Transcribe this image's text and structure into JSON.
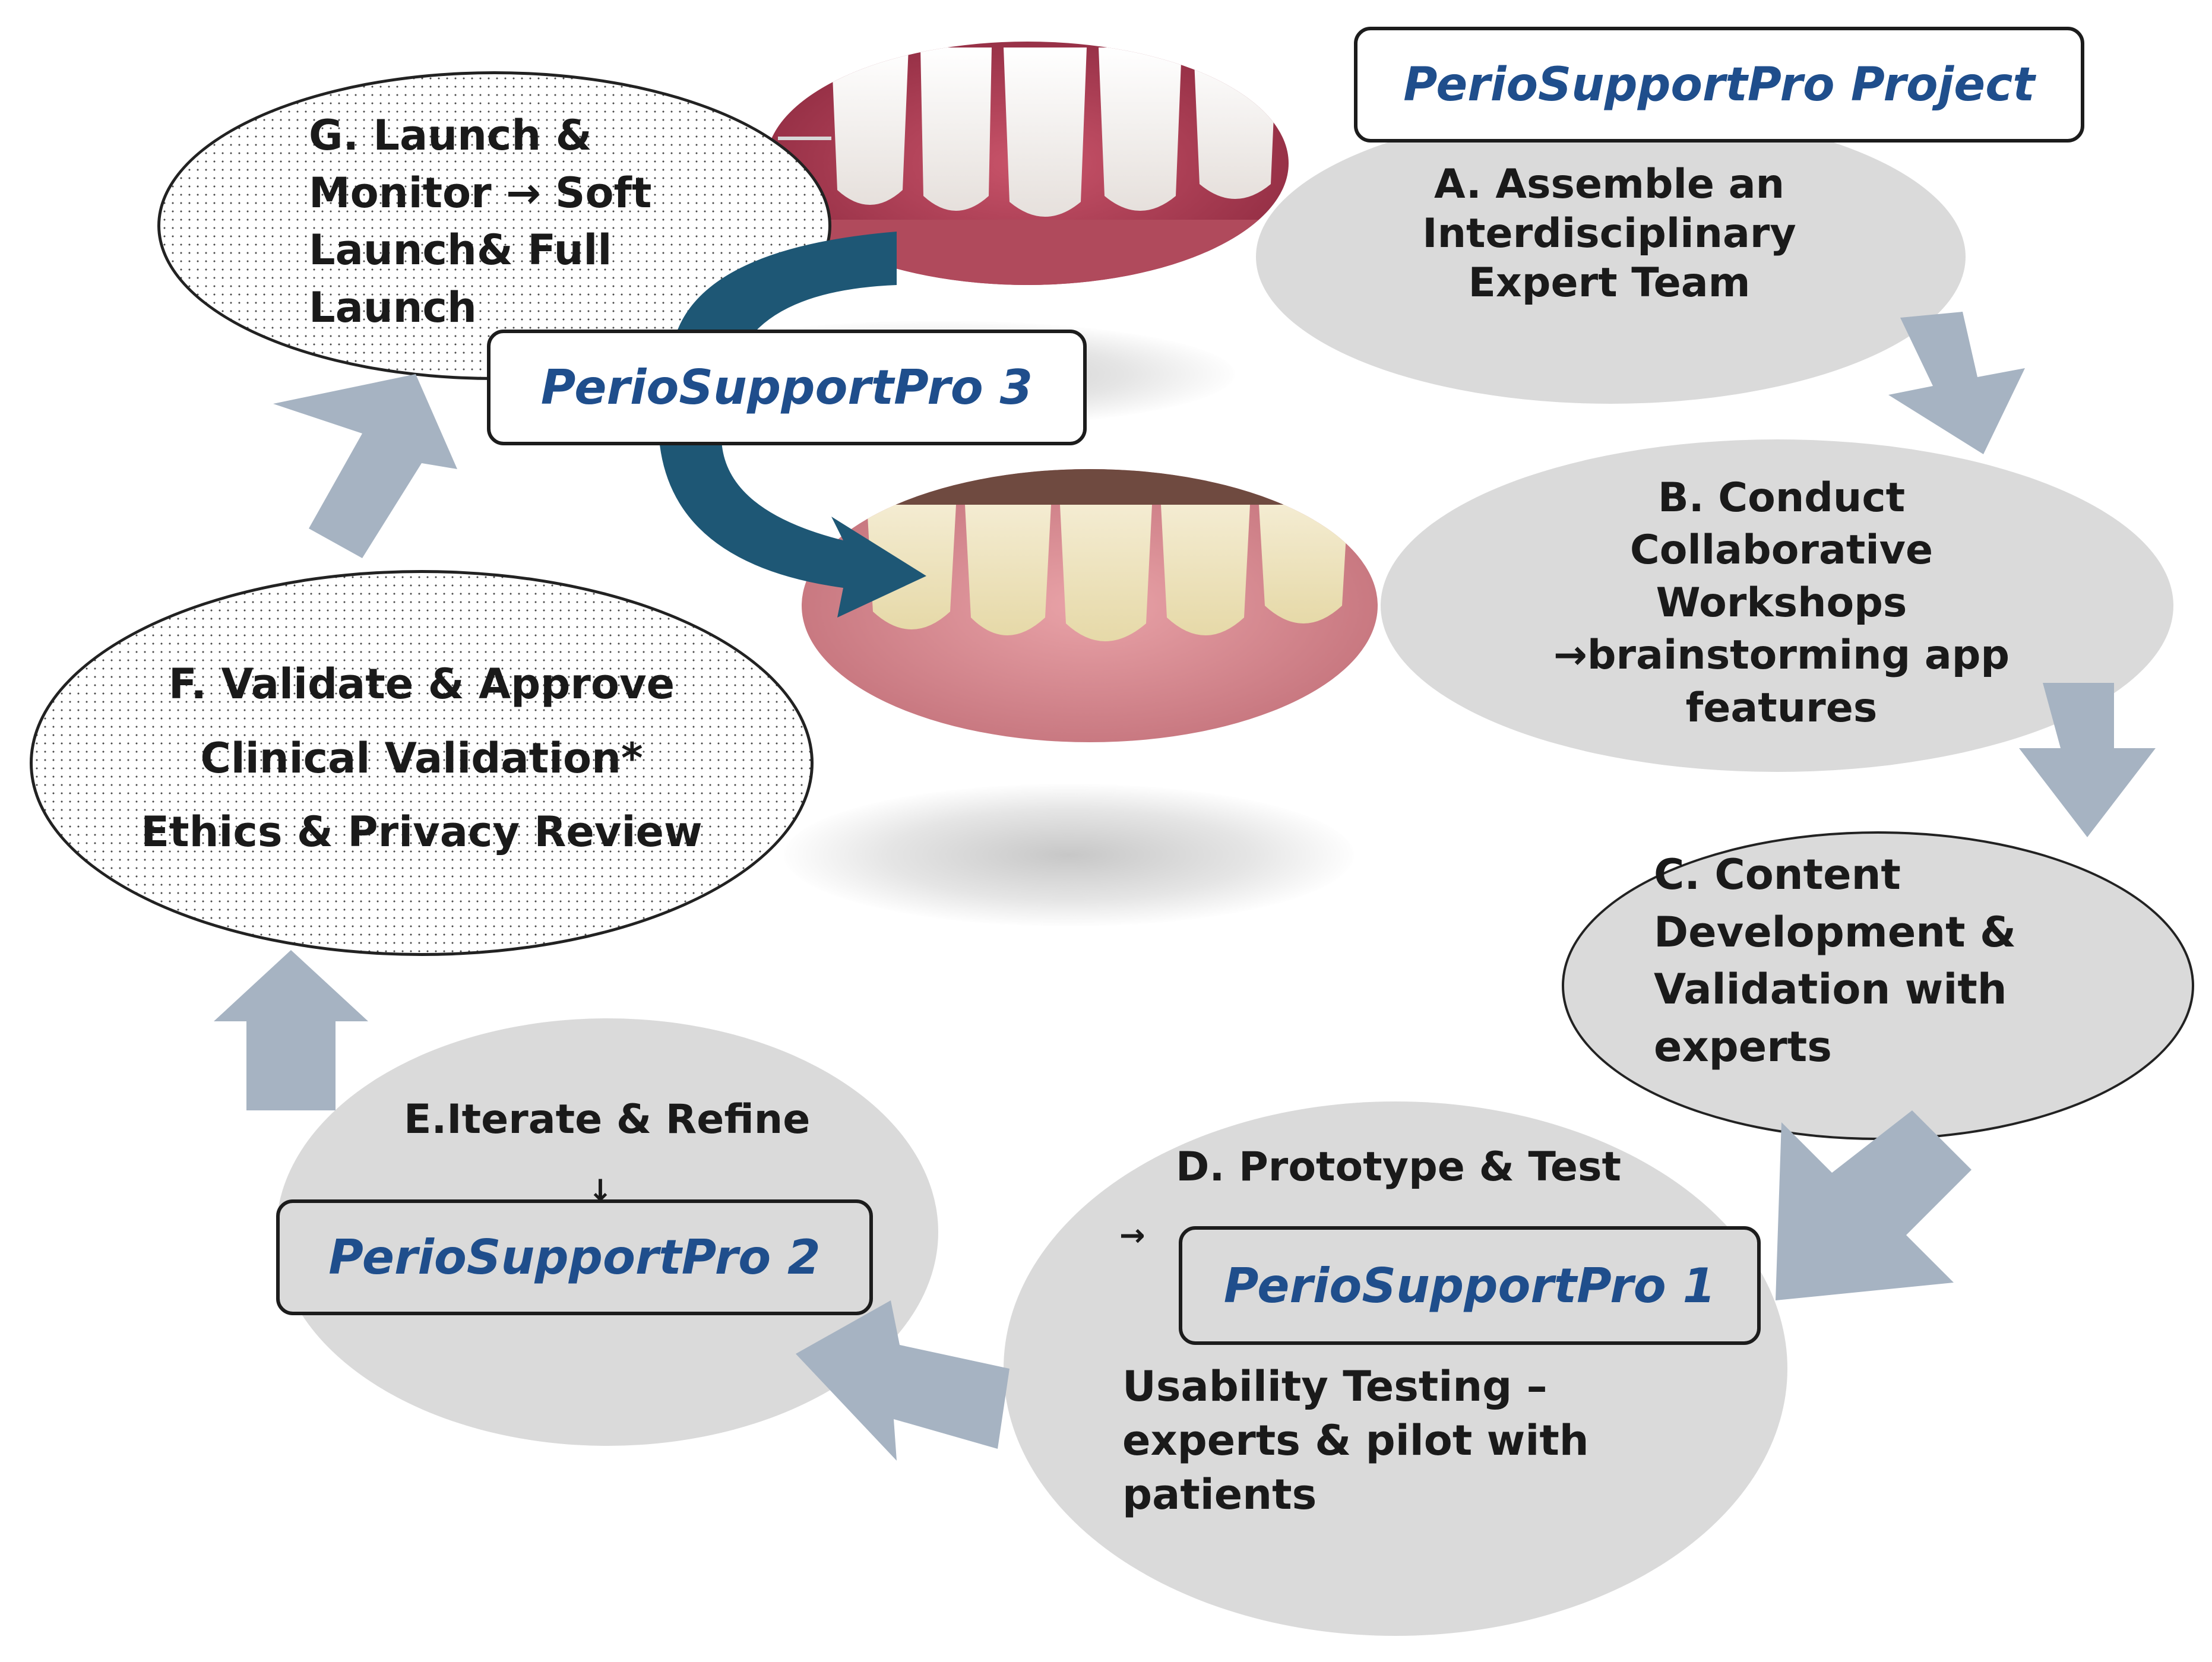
{
  "project_label": "PerioSupportPro Project",
  "steps": {
    "a": "A. Assemble an\nInterdisciplinary\nExpert Team",
    "b": "B. Conduct\nCollaborative\nWorkshops\n→brainstorming app\nfeatures",
    "c": "C. Content\nDevelopment &\nValidation with\nexperts",
    "d_title": "D. Prototype & Test",
    "d_arrow": "→",
    "d_body": "Usability Testing –\nexperts & pilot with\npatients",
    "e_title": "E.Iterate & Refine",
    "e_arrow": "↓",
    "f": "F. Validate & Approve\nClinical Validation*\nEthics & Privacy Review",
    "g": "G. Launch &\nMonitor → Soft\nLaunch& Full\nLaunch"
  },
  "versions": {
    "v1": "PerioSupportPro 1",
    "v2": "PerioSupportPro 2",
    "v3": "PerioSupportPro 3"
  },
  "colors": {
    "version_text": "#1f4e8c",
    "step_fill": "#dadada",
    "flow_arrow": "#a6b3c2",
    "curved_arrow": "#1e5775"
  }
}
